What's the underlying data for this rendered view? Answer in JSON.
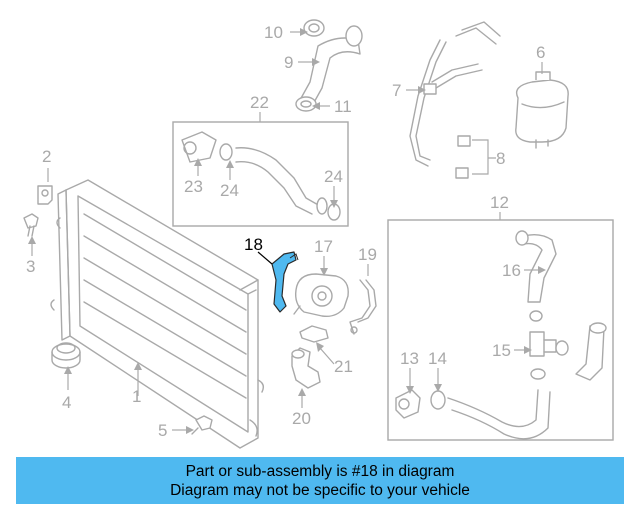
{
  "diagram": {
    "callouts": {
      "c1": "1",
      "c2": "2",
      "c3": "3",
      "c4": "4",
      "c5": "5",
      "c6": "6",
      "c7": "7",
      "c8": "8",
      "c9": "9",
      "c10": "10",
      "c11": "11",
      "c12": "12",
      "c13": "13",
      "c14": "14",
      "c15": "15",
      "c16": "16",
      "c17": "17",
      "c18": "18",
      "c19": "19",
      "c20": "20",
      "c21": "21",
      "c22": "22",
      "c23": "23",
      "c24a": "24",
      "c24b": "24"
    },
    "highlight_color": "#4fb9f0",
    "line_color": "#a9a9a9"
  },
  "banner": {
    "line1": "Part or sub-assembly is #18 in diagram",
    "line2": "Diagram may not be specific to your vehicle",
    "background": "#4fb9f0"
  }
}
